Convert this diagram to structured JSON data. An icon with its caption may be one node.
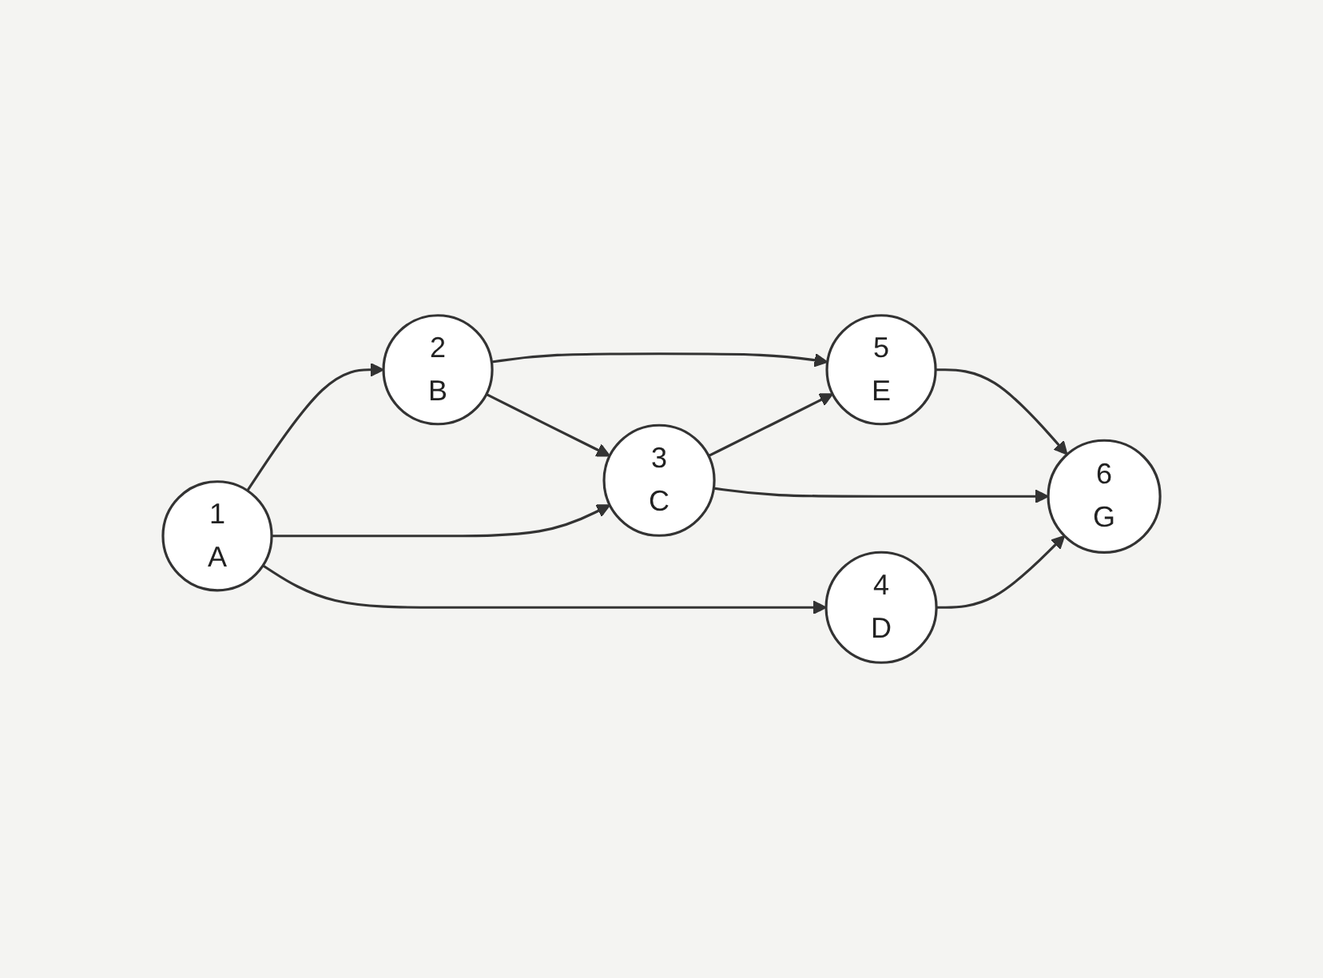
{
  "diagram": {
    "nodes": [
      {
        "text": [
          "1",
          "A"
        ]
      },
      {
        "text": [
          "2",
          "B"
        ]
      },
      {
        "text": [
          "3",
          "C"
        ]
      },
      {
        "text": [
          "4",
          "D"
        ]
      },
      {
        "text": [
          "5",
          "E"
        ]
      },
      {
        "text": [
          "6",
          "G"
        ]
      }
    ],
    "edges": [
      {
        "from": 0,
        "to": 1,
        "arrow": "to"
      },
      {
        "from": 0,
        "to": 2,
        "arrow": "to"
      },
      {
        "from": 0,
        "to": 3,
        "arrow": "to"
      },
      {
        "from": 1,
        "to": 4,
        "arrow": "to"
      },
      {
        "from": 1,
        "to": 2,
        "arrow": "to"
      },
      {
        "from": 2,
        "to": 4,
        "arrow": "to"
      },
      {
        "from": 2,
        "to": 5,
        "arrow": "to"
      },
      {
        "from": 4,
        "to": 5,
        "arrow": "to"
      },
      {
        "from": 3,
        "to": 5,
        "arrow": "to"
      }
    ]
  }
}
